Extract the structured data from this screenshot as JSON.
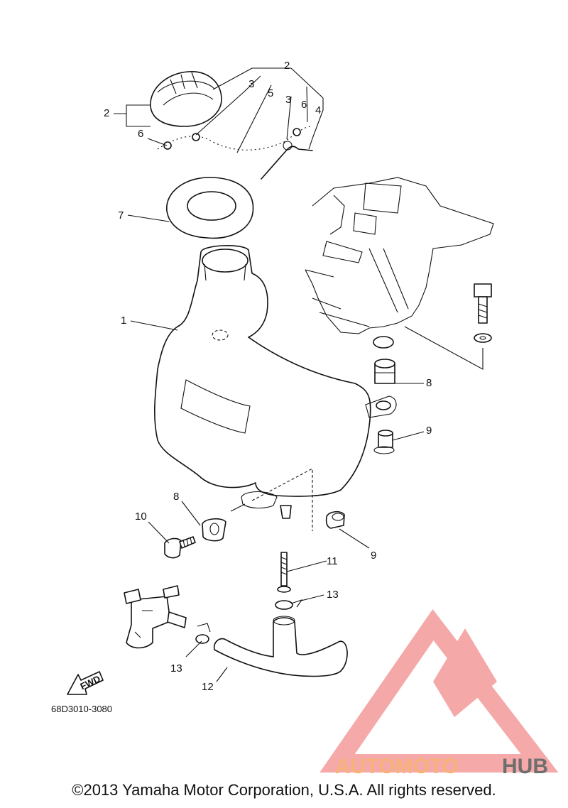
{
  "callouts": [
    "1",
    "2",
    "2",
    "3",
    "3",
    "4",
    "5",
    "6",
    "6",
    "7",
    "8",
    "8",
    "9",
    "9",
    "10",
    "11",
    "12",
    "13",
    "13"
  ],
  "fwd_label": "FWD",
  "diagram_code": "68D3010-3080",
  "watermark": {
    "brand_a": "AUTOMOTO",
    "brand_b": "HUB",
    "color_a": "#f7b27a",
    "color_b": "#6e6e6e",
    "logo_color": "#f39a9a"
  },
  "copyright": "©2013 Yamaha Motor Corporation, U.S.A. All rights reserved."
}
